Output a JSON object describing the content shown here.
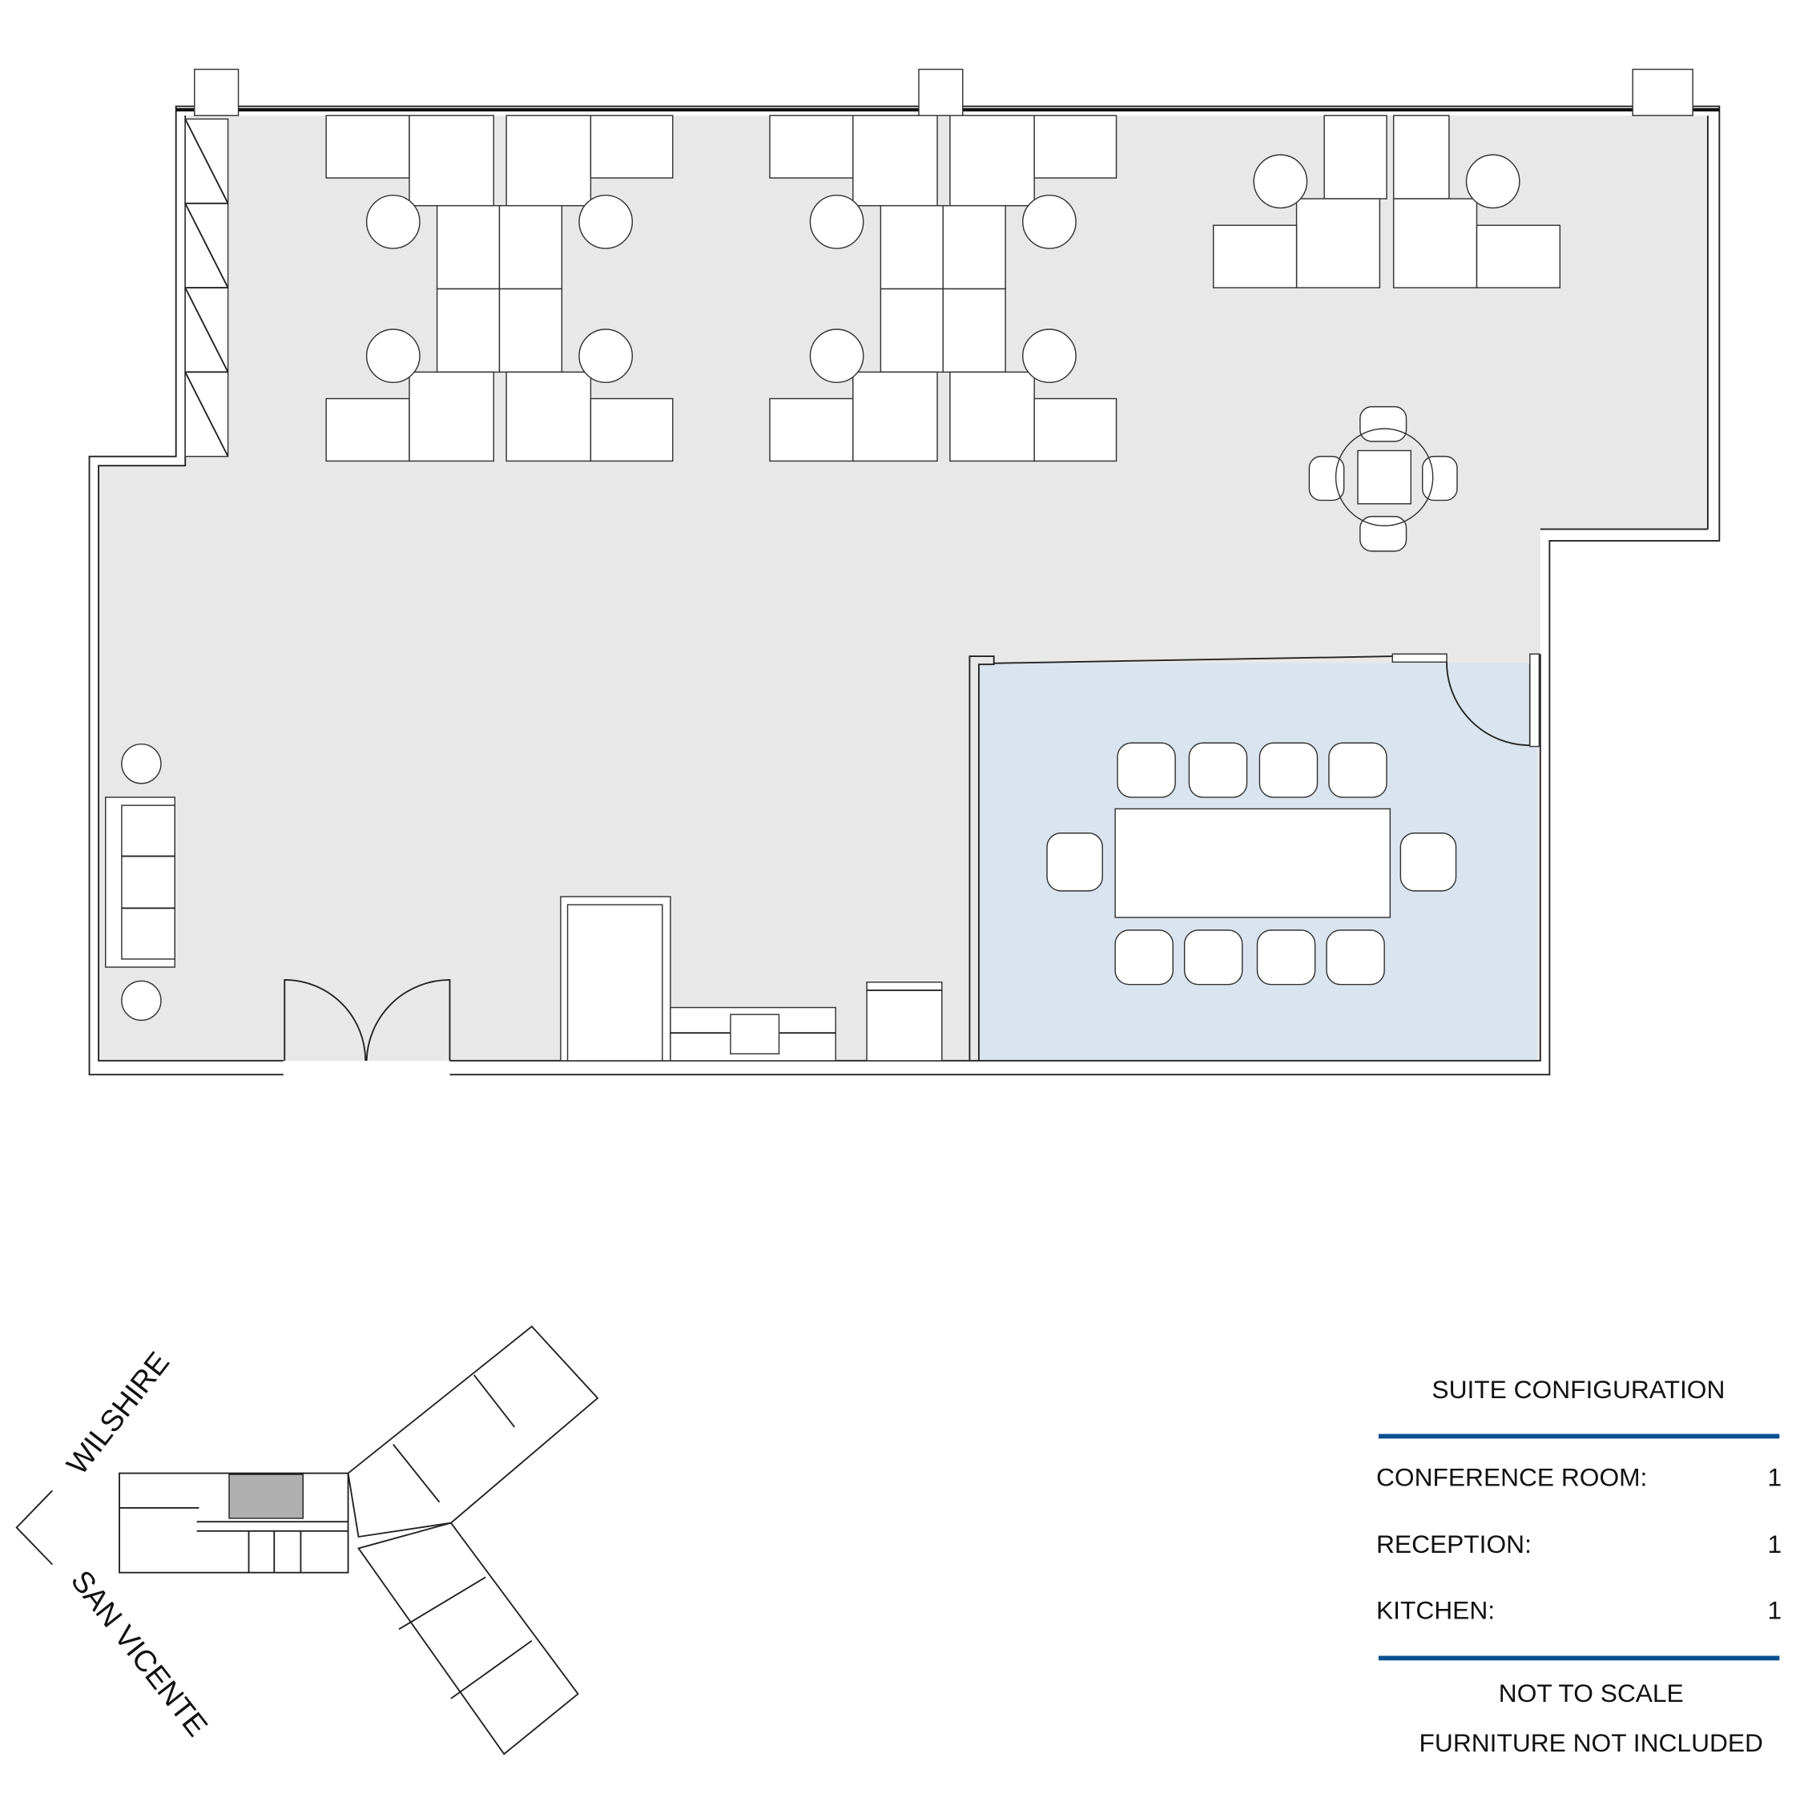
{
  "legend": {
    "title": "SUITE CONFIGURATION",
    "rows": [
      {
        "label": "CONFERENCE ROOM:",
        "value": "1"
      },
      {
        "label": "RECEPTION:",
        "value": "1"
      },
      {
        "label": "KITCHEN:",
        "value": "1"
      }
    ],
    "note1": "NOT TO SCALE",
    "note2": "FURNITURE NOT INCLUDED",
    "rule_color": "#0b4f8f"
  },
  "key_plan": {
    "street_north": "WILSHIRE",
    "street_south": "SAN VICENTE",
    "highlight_color": "#b0b0b0"
  },
  "colors": {
    "floor": "#e8e8e8",
    "conference": "#dae4ef"
  }
}
